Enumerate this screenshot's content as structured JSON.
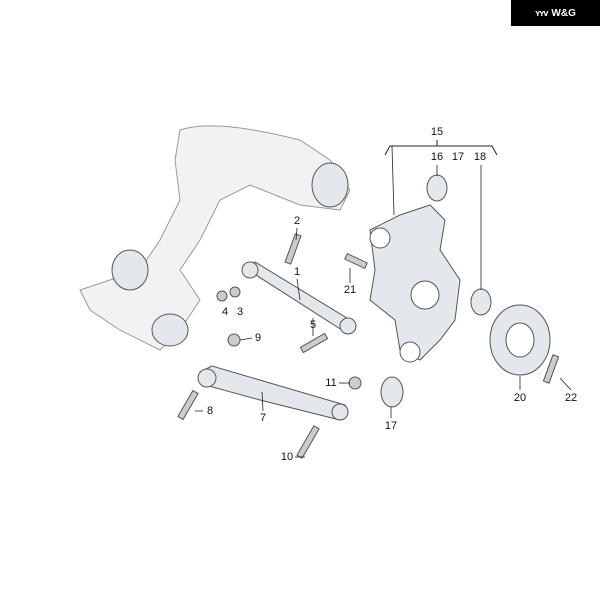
{
  "logo": {
    "mark": "ʏʏᴠ",
    "text": "W&G"
  },
  "callouts": {
    "c15": "15",
    "c16": "16",
    "c17a": "17",
    "c18": "18",
    "c2": "2",
    "c1": "1",
    "c21": "21",
    "c4": "4",
    "c3": "3",
    "c5": "5",
    "c9": "9",
    "c11": "11",
    "c8": "8",
    "c7": "7",
    "c17b": "17",
    "c20": "20",
    "c22": "22",
    "c10": "10"
  }
}
